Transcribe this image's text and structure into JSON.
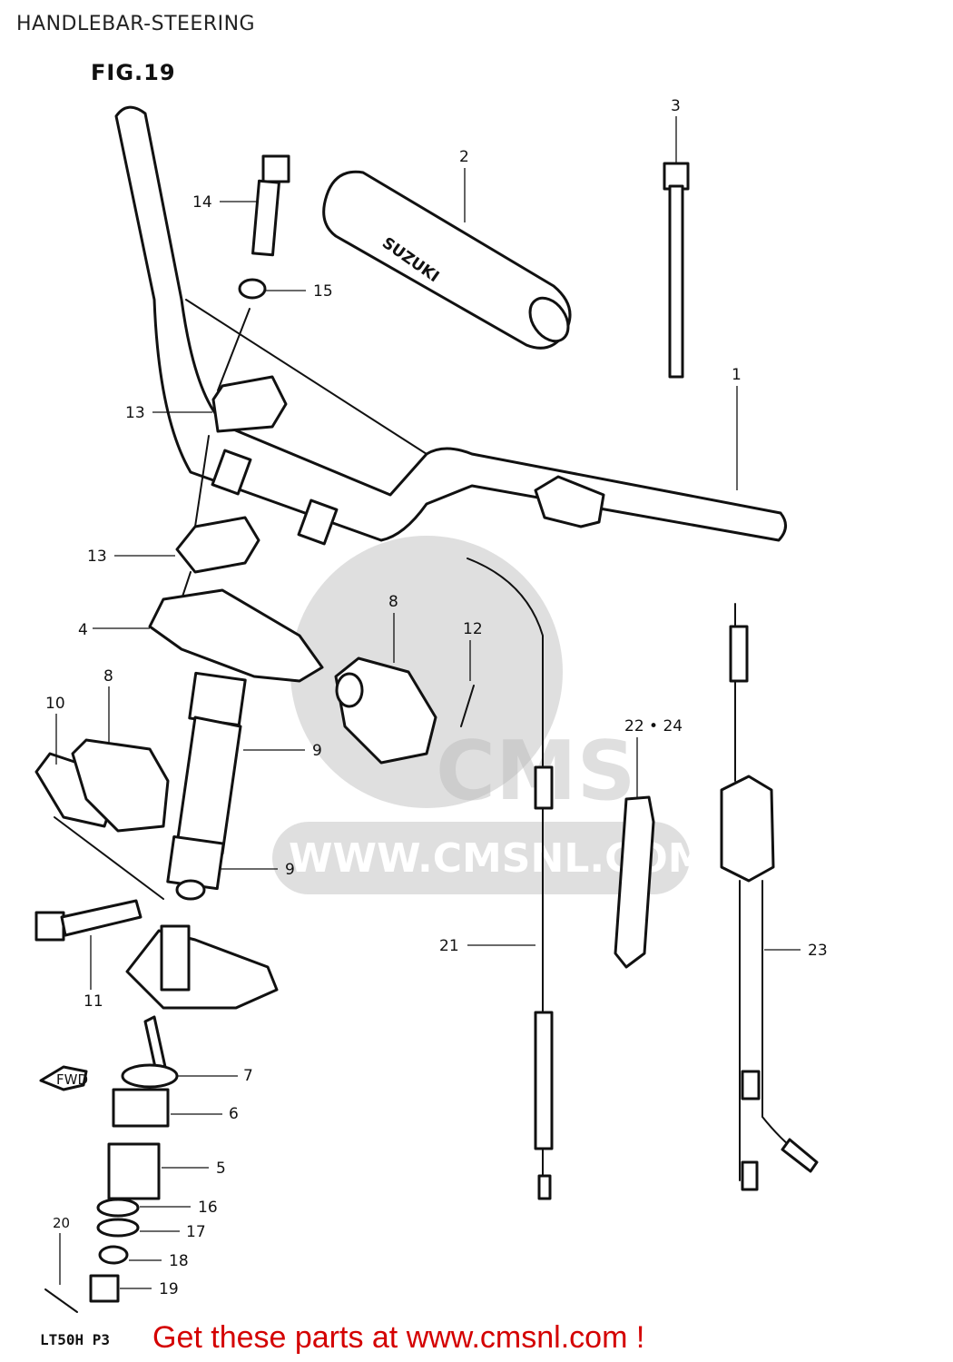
{
  "page": {
    "title": "HANDLEBAR-STEERING"
  },
  "figure": {
    "label": "FIG.19",
    "model_code": "LT50H P3"
  },
  "watermark": {
    "url": "WWW.CMSNL.COM",
    "brand": "CMS"
  },
  "grip_brand": "SUZUKI",
  "fwd_arrow": "FWD",
  "callouts": {
    "c1": "1",
    "c2": "2",
    "c3": "3",
    "c4": "4",
    "c5": "5",
    "c6": "6",
    "c7": "7",
    "c8a": "8",
    "c8b": "8",
    "c9a": "9",
    "c9b": "9",
    "c10": "10",
    "c11": "11",
    "c12": "12",
    "c13a": "13",
    "c13b": "13",
    "c14": "14",
    "c15": "15",
    "c16": "16",
    "c17": "17",
    "c18": "18",
    "c19": "19",
    "c20": "20",
    "c21": "21",
    "c22_24": "22 • 24",
    "c23": "23"
  },
  "footer": {
    "cta": "Get these parts at www.cmsnl.com !"
  },
  "colors": {
    "footer_text": "#d40000",
    "line": "#111111",
    "watermark": "#b9b9b9"
  }
}
